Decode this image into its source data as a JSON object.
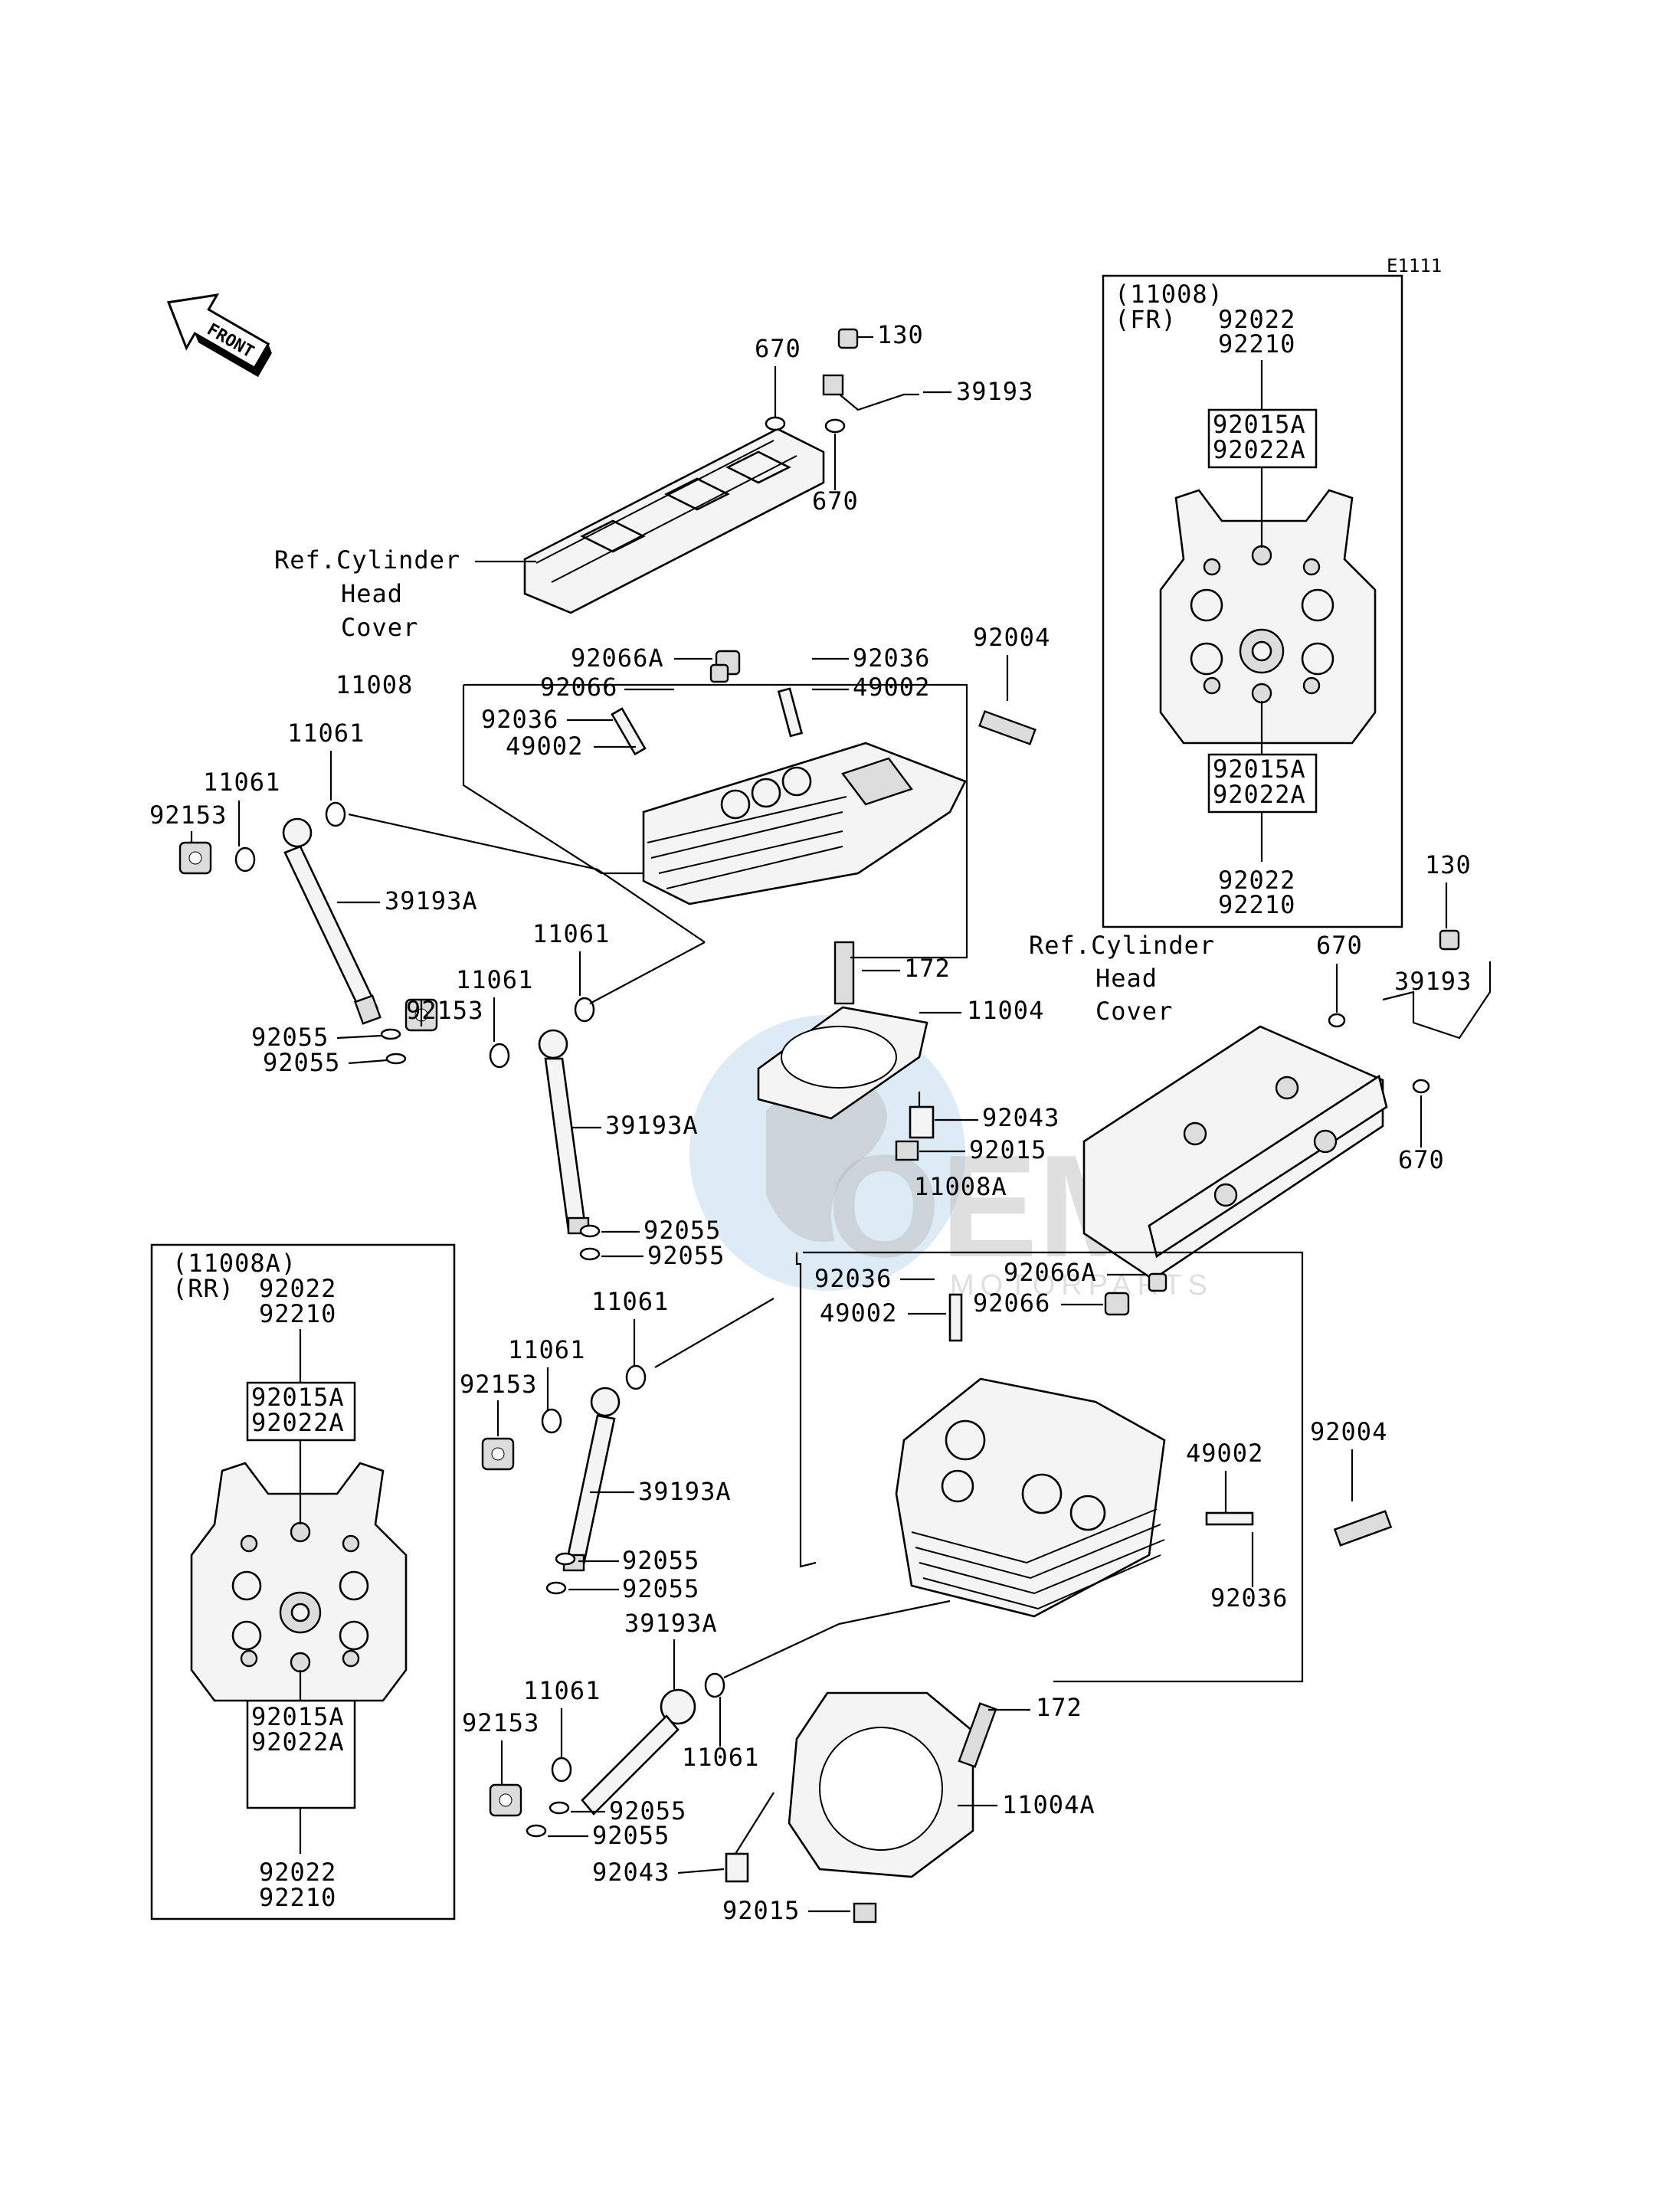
{
  "diagram_code": "E1111",
  "front_arrow": "FRONT",
  "watermark": {
    "line1": "OEM",
    "line2": "MOTORPARTS"
  },
  "ref_cover_top": [
    "Ref.Cylinder",
    "Head",
    "Cover"
  ],
  "ref_cover_right": [
    "Ref.Cylinder",
    "Head",
    "Cover"
  ],
  "inset_fr": {
    "title": [
      "(11008)",
      "(FR)"
    ],
    "top_codes": [
      "92022",
      "92210"
    ],
    "upper_box": [
      "92015A",
      "92022A"
    ],
    "lower_box": [
      "92015A",
      "92022A"
    ],
    "bottom_codes": [
      "92022",
      "92210"
    ]
  },
  "inset_rr": {
    "title": [
      "(11008A)",
      "(RR)"
    ],
    "top_codes": [
      "92022",
      "92210"
    ],
    "upper_box": [
      "92015A",
      "92022A"
    ],
    "lower_box": [
      "92015A",
      "92022A"
    ],
    "bottom_codes": [
      "92022",
      "92210"
    ]
  },
  "labels": {
    "p130a": "130",
    "p670a": "670",
    "p39193a": "39193",
    "p670b": "670",
    "p92004a": "92004",
    "p92066Aa": "92066A",
    "p92036a": "92036",
    "p11008": "11008",
    "p92066a": "92066",
    "p49002a": "49002",
    "p92036b": "92036",
    "p49002b": "49002",
    "p11061a": "11061",
    "p11061b": "11061",
    "p92153a": "92153",
    "p39193Aa": "39193A",
    "p11061c": "11061",
    "p11061d": "11061",
    "p92153b": "92153",
    "p92055a": "92055",
    "p92055b": "92055",
    "p172a": "172",
    "p11004": "11004",
    "p39193Ab": "39193A",
    "p92043a": "92043",
    "p92015a": "92015",
    "p11008A": "11008A",
    "p92055c": "92055",
    "p92055d": "92055",
    "p92036c": "92036",
    "p92066Ab": "92066A",
    "p49002c": "49002",
    "p92066b": "92066",
    "p11061e": "11061",
    "p11061f": "11061",
    "p92153c": "92153",
    "p39193Ac": "39193A",
    "p92055e": "92055",
    "p92055f": "92055",
    "p92004b": "92004",
    "p49002d": "49002",
    "p92036d": "92036",
    "p39193Ad": "39193A",
    "p11061g": "11061",
    "p11061h": "11061",
    "p92153d": "92153",
    "p172b": "172",
    "p92055g": "92055",
    "p11004A": "11004A",
    "p92055h": "92055",
    "p92043b": "92043",
    "p92015b": "92015",
    "p130b": "130",
    "p670c": "670",
    "p39193b": "39193",
    "p670d": "670"
  }
}
